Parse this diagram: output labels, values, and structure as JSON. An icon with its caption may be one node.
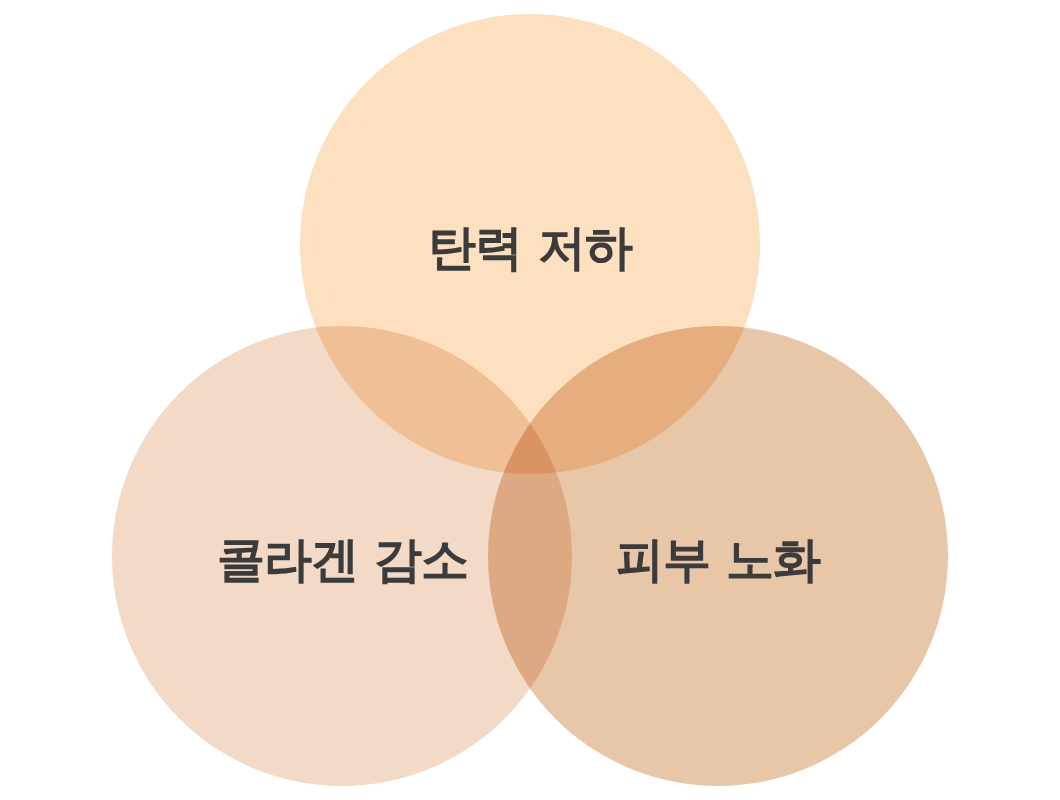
{
  "diagram": {
    "nodes": [
      {
        "text": [
          "탄력 저하"
        ]
      },
      {
        "text": [
          "콜라겐 감소"
        ]
      },
      {
        "text": [
          "피부 노화"
        ]
      }
    ]
  }
}
